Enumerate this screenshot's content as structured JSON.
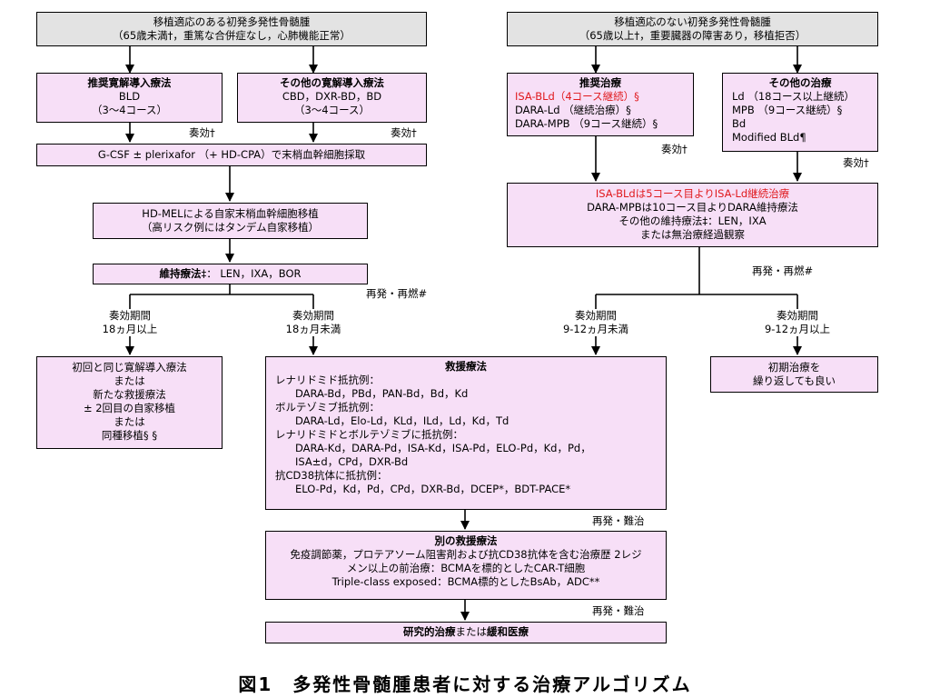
{
  "left_root": {
    "line1": "移植適応のある初発多発性骨髄腫",
    "line2": "（65歳未満†，重篤な合併症なし，心肺機能正常）"
  },
  "right_root": {
    "line1": "移植適応のない初発多発性骨髄腫",
    "line2": "（65歳以上†，重要臓器の障害あり，移植拒否）"
  },
  "recommended_induction": {
    "title": "推奨寛解導入療法",
    "line1": "BLD",
    "line2": "（3～4コース）"
  },
  "other_induction": {
    "title": "その他の寛解導入療法",
    "line1": "CBD，DXR-BD，BD",
    "line2": "（3～4コース）"
  },
  "response_a": "奏効†",
  "response_b": "奏効†",
  "stem_cell_collection": "G-CSF ± plerixafor （+ HD-CPA）で末梢血幹細胞採取",
  "transplant": {
    "line1": "HD-MELによる自家末梢血幹細胞移植",
    "line2": "（高リスク例にはタンデム自家移植）"
  },
  "maintenance_left": {
    "title": "維持療法",
    "rest": "‡： LEN，IXA，BOR"
  },
  "relapse_left": "再発・再燃#",
  "duration_long_left": {
    "line1": "奏効期間",
    "line2": "18ヵ月以上"
  },
  "duration_short_left": {
    "line1": "奏効期間",
    "line2": "18ヵ月未満"
  },
  "retreat_left": {
    "lines": [
      "初回と同じ寛解導入療法",
      "または",
      "新たな救援療法",
      "± 2回目の自家移植",
      "または",
      "同種移植§ §"
    ]
  },
  "salvage": {
    "title": "救援療法",
    "lines": [
      {
        "text": "レナリドミド抵抗例：",
        "indent": false
      },
      {
        "text": "DARA-Bd，PBd，PAN-Bd，Bd，Kd",
        "indent": true
      },
      {
        "text": "ボルテゾミブ抵抗例：",
        "indent": false
      },
      {
        "text": "DARA-Ld，Elo-Ld，KLd，ILd，Ld，Kd，Td",
        "indent": true
      },
      {
        "text": "レナリドミドとボルテゾミブに抵抗例：",
        "indent": false
      },
      {
        "text": "DARA-Kd，DARA-Pd，ISA-Kd，ISA-Pd，ELO-Pd，Kd，Pd，",
        "indent": true
      },
      {
        "text": "ISA±d，CPd，DXR-Bd",
        "indent": true
      },
      {
        "text": "抗CD38抗体に抵抗例：",
        "indent": false
      },
      {
        "text": "ELO-Pd，Kd，Pd，CPd，DXR-Bd，DCEP*，BDT-PACE*",
        "indent": true
      }
    ]
  },
  "relapse_refractory_1": "再発・難治",
  "other_salvage": {
    "title": "別の救援療法",
    "lines": [
      "免疫調節薬，プロテアソーム阻害剤および抗CD38抗体を含む治療歴 2レジ",
      "メン以上の前治療：BCMAを標的としたCAR-T細胞",
      "Triple-class exposed：BCMA標的としたBsAb，ADC**"
    ]
  },
  "relapse_refractory_2": "再発・難治",
  "final": {
    "bold1": "研究的治療",
    "mid": "または",
    "bold2": "緩和医療"
  },
  "recommended_right": {
    "title": "推奨治療",
    "line1": "ISA-BLd（4コース継続）§",
    "line2": "DARA-Ld （継続治療）§",
    "line3": "DARA-MPB （9コース継続）§"
  },
  "other_right": {
    "title": "その他の治療",
    "line1": "Ld （18コース以上継続）",
    "line2": "MPB （9コース継続）§",
    "line3": "Bd",
    "line4": "Modified BLd¶"
  },
  "response_c": "奏効†",
  "response_d": "奏効†",
  "maintenance_right": {
    "line1": "ISA-BLdは5コース目よりISA-Ld継続治療",
    "line2": "DARA-MPBは10コース目よりDARA維持療法",
    "line3": "その他の維持療法‡：LEN，IXA",
    "line4": "または無治療経過観察"
  },
  "relapse_right": "再発・再燃#",
  "duration_short_right": {
    "line1": "奏効期間",
    "line2": "9-12ヵ月未満"
  },
  "duration_long_right": {
    "line1": "奏効期間",
    "line2": "9-12ヵ月以上"
  },
  "repeat_initial": {
    "line1": "初期治療を",
    "line2": "繰り返しても良い"
  },
  "figure_title": "図1　多発性骨髄腫患者に対する治療アルゴリズム",
  "colors": {
    "box_fill": "#f7dff7",
    "root_fill": "#e3e3e3",
    "highlight": "#e0191d"
  }
}
